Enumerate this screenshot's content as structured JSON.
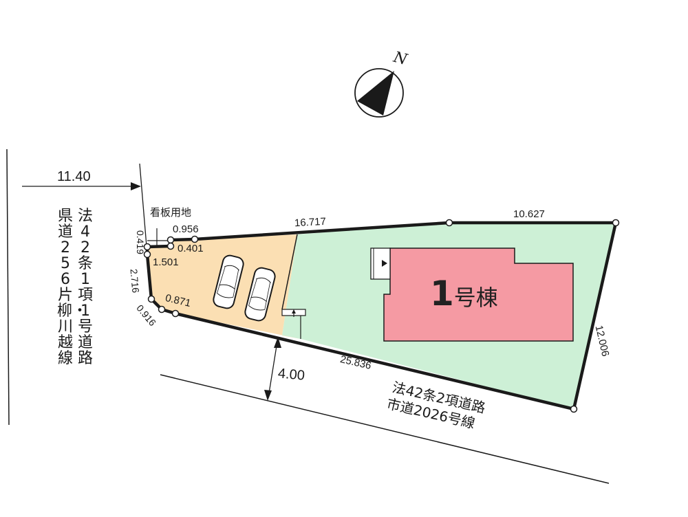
{
  "compass": {
    "label": "N",
    "icon": "north-arrow-icon"
  },
  "colors": {
    "parking_fill": "#fbdfb3",
    "lot_fill": "#cdf0d6",
    "building_fill": "#f59aa3",
    "outline": "#1a1a1a"
  },
  "west_road": {
    "setback": "11.40",
    "label_col1": "法42条1項1号道路",
    "label_col2": "県道256片柳・川越線"
  },
  "south_road": {
    "width": "4.00",
    "line1": "法42条2項道路",
    "line2": "市道2026号線"
  },
  "signboard": {
    "label": "看板用地"
  },
  "dimensions": {
    "d0956": "0.956",
    "d0401": "0.401",
    "d0419": "0.419",
    "d1501": "1.501",
    "d2716": "2.716",
    "d0916": "0.916",
    "d0871": "0.871",
    "d16717": "16.717",
    "d10627": "10.627",
    "d12006": "12.006",
    "d25836": "25.836"
  },
  "building": {
    "number": "1",
    "suffix": "号棟"
  },
  "parking": {
    "spaces": 2
  }
}
